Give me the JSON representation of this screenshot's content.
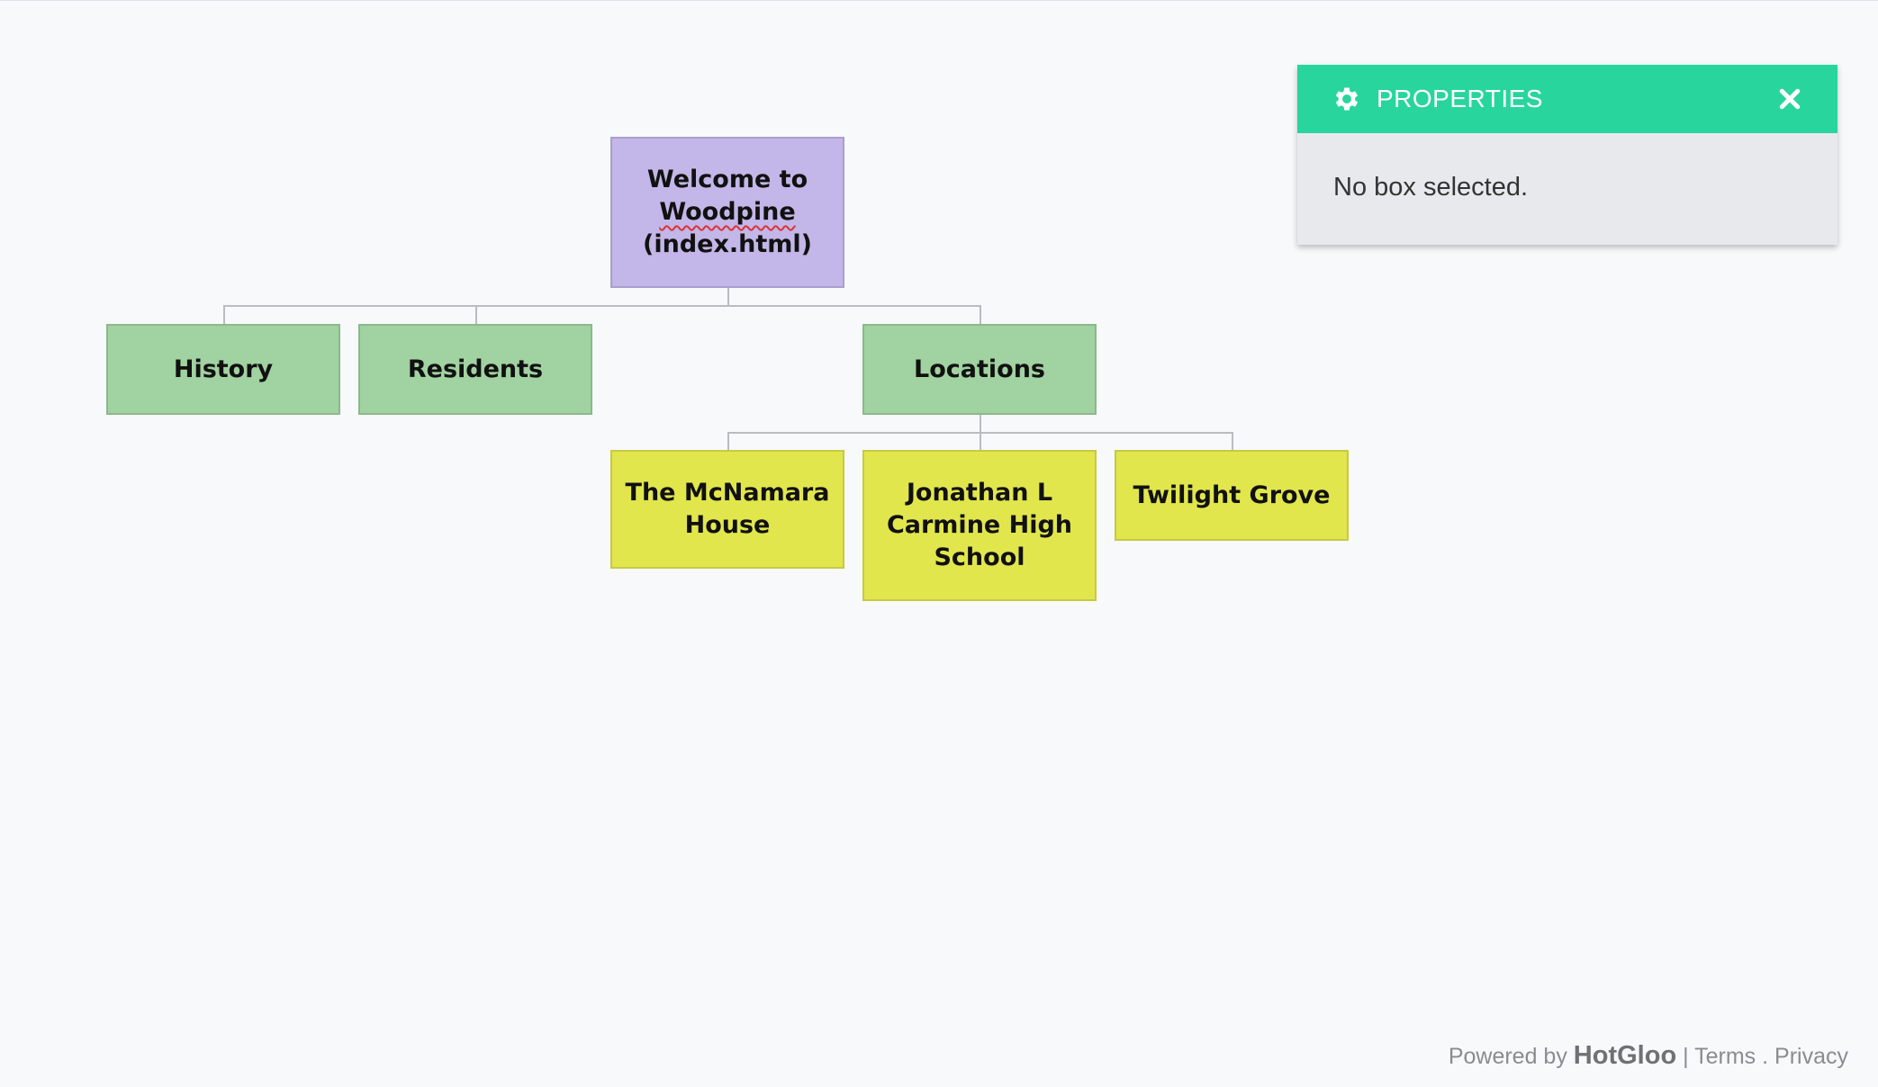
{
  "sitemap": {
    "root": {
      "line1": "Welcome to",
      "line2": "Woodpine",
      "line3": "(index.html)"
    },
    "level1": {
      "history": "History",
      "residents": "Residents",
      "locations": "Locations"
    },
    "level2": {
      "mcnamara": "The McNamara House",
      "carmine": "Jonathan L Carmine High School",
      "twilight": "Twilight Grove"
    }
  },
  "properties_panel": {
    "title": "PROPERTIES",
    "empty_message": "No box selected.",
    "header_color": "#28d59d"
  },
  "footer": {
    "powered_by": "Powered by",
    "brand": "HotGloo",
    "separator": "|",
    "terms": "Terms",
    "dot": ".",
    "privacy": "Privacy"
  },
  "colors": {
    "root_box": "#c3b6e8",
    "level1_box": "#a1d2a1",
    "level2_box": "#e1e64d"
  }
}
